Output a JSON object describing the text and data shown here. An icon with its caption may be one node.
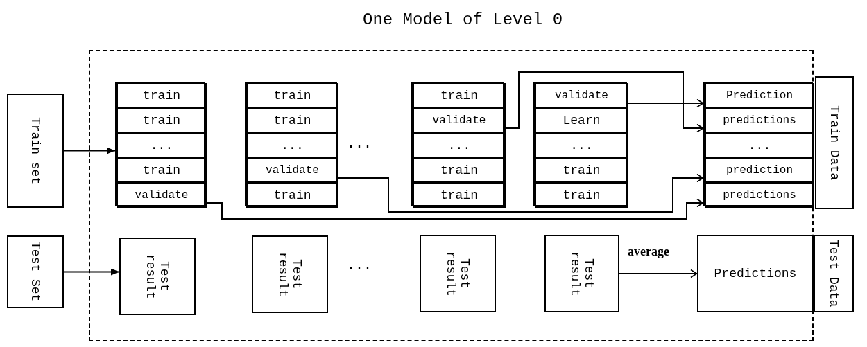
{
  "diagram": {
    "nodes": [
      {
        "text": [
          "One Model of Level 0"
        ]
      },
      {
        "text": [
          "Train set"
        ]
      },
      {
        "text": [],
        "shape": "box",
        "in": 0
      },
      {
        "text": [
          "train"
        ],
        "in": 2
      },
      {
        "text": [
          "train"
        ],
        "in": 2
      },
      {
        "text": [
          "..."
        ],
        "in": 2
      },
      {
        "text": [
          "train"
        ],
        "in": 2
      },
      {
        "text": [
          "validate"
        ],
        "in": 2
      },
      {
        "text": [],
        "shape": "box",
        "in": 0
      },
      {
        "text": [
          "train"
        ],
        "in": 8
      },
      {
        "text": [
          "train"
        ],
        "in": 8
      },
      {
        "text": [
          "..."
        ],
        "in": 8
      },
      {
        "text": [
          "validate"
        ],
        "in": 8
      },
      {
        "text": [
          "train"
        ],
        "in": 8
      },
      {
        "text": [],
        "shape": "box",
        "in": 0
      },
      {
        "text": [
          "train"
        ],
        "in": 14
      },
      {
        "text": [
          "validate"
        ],
        "in": 14
      },
      {
        "text": [
          "..."
        ],
        "in": 14
      },
      {
        "text": [
          "train"
        ],
        "in": 14
      },
      {
        "text": [
          "train"
        ],
        "in": 14
      },
      {
        "text": [],
        "shape": "box",
        "in": 0
      },
      {
        "text": [
          "validate"
        ],
        "in": 20
      },
      {
        "text": [
          "Learn"
        ],
        "in": 20
      },
      {
        "text": [
          "..."
        ],
        "in": 20
      },
      {
        "text": [
          "train"
        ],
        "in": 20
      },
      {
        "text": [
          "train"
        ],
        "in": 20
      },
      {
        "text": [],
        "shape": "box",
        "in": 0
      },
      {
        "text": [
          "Prediction"
        ],
        "in": 26
      },
      {
        "text": [
          "predictions"
        ],
        "in": 26
      },
      {
        "text": [
          "..."
        ],
        "in": 26
      },
      {
        "text": [
          "prediction"
        ],
        "in": 26
      },
      {
        "text": [
          "predictions"
        ],
        "in": 26
      },
      {
        "text": [
          "Train Data"
        ]
      },
      {
        "text": [
          "Test Set"
        ]
      },
      {
        "text": [
          "Test result"
        ],
        "in": 0
      },
      {
        "text": [
          "Test result"
        ],
        "in": 0
      },
      {
        "text": [
          "Test result"
        ],
        "in": 0
      },
      {
        "text": [
          "Test result"
        ],
        "in": 0
      },
      {
        "text": [
          "Predictions"
        ],
        "in": 0
      },
      {
        "text": [
          "Test Data"
        ]
      }
    ],
    "edges": [
      {
        "from": 1,
        "to": 2,
        "arrow": "to"
      },
      {
        "from": 7,
        "to": 31,
        "arrow": "to"
      },
      {
        "from": 12,
        "to": 30,
        "arrow": "to"
      },
      {
        "from": 16,
        "to": 28,
        "arrow": "to"
      },
      {
        "from": 21,
        "to": 27,
        "arrow": "to"
      },
      {
        "from": 33,
        "to": 34,
        "arrow": "to"
      },
      {
        "from": 37,
        "to": 38,
        "label": "average",
        "arrow": "to"
      }
    ],
    "labels": [
      "...",
      "..."
    ]
  }
}
